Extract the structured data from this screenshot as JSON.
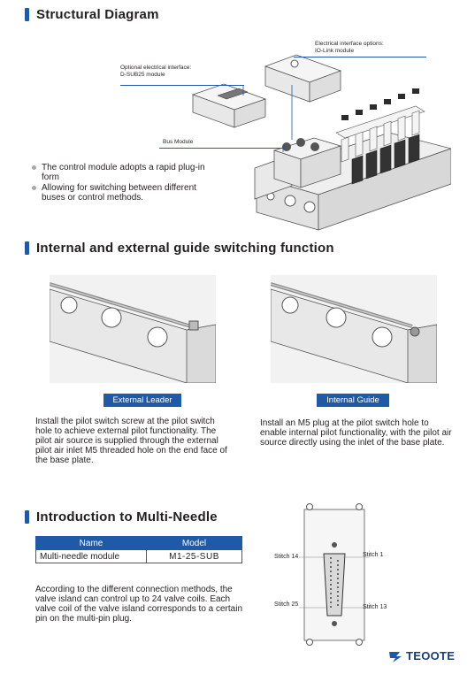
{
  "sections": {
    "structural": {
      "title": "Structural Diagram"
    },
    "guide": {
      "title": "Internal and external guide switching function"
    },
    "needle": {
      "title": "Introduction to Multi-Needle"
    }
  },
  "diagram": {
    "callout_io": "Electrical interface options:\nIO-Link module",
    "callout_dsub": "Optional electrical interface:\nD-SUB25 module",
    "callout_bus": "Bus Module"
  },
  "bullets": [
    "The control module adopts a rapid plug-in form",
    "Allowing for switching between different buses or control methods."
  ],
  "guide": {
    "external": {
      "label": "External Leader",
      "text": "Install the pilot switch screw at the pilot switch hole to achieve external pilot functionality. The pilot air source is supplied through the external pilot air inlet M5 threaded hole on the end face of the base plate."
    },
    "internal": {
      "label": "Internal Guide",
      "text": "Install an M5 plug at the pilot switch hole to enable internal pilot functionality, with the pilot air source directly using the inlet of the base plate."
    }
  },
  "table": {
    "headers": [
      "Name",
      "Model"
    ],
    "row": [
      "Multi-needle module",
      "M1-25-SUB"
    ]
  },
  "needle_text": "According to the different connection methods, the valve island can control up to 24 valve coils. Each valve coil of the valve island corresponds to a certain pin on the multi-pin plug.",
  "pins": {
    "tl": "Stitch 14",
    "tr": "Stitch 1",
    "bl": "Stitch 25",
    "br": "Stitch 13"
  },
  "logo": "TEOOTE",
  "colors": {
    "accent": "#1e5aa8",
    "bullet": "#a8a8a8"
  }
}
